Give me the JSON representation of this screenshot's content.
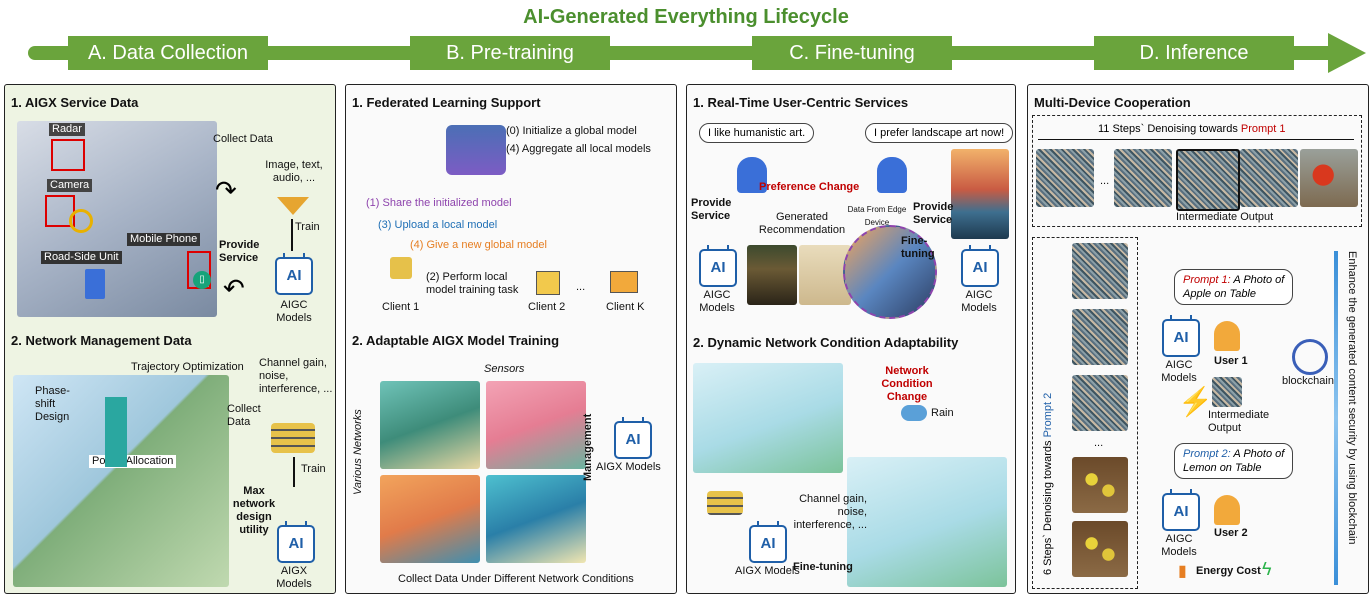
{
  "title": "AI-Generated Everything Lifecycle",
  "phases": [
    "A. Data Collection",
    "B. Pre-training",
    "C. Fine-tuning",
    "D. Inference"
  ],
  "colors": {
    "phase": "#6aa43c",
    "title": "#4b8f2e",
    "ai_blue": "#1f5fa8",
    "red": "#c00000",
    "orange": "#e67e22",
    "purple": "#8e44ad"
  },
  "a": {
    "s1": "1. AIGX Service Data",
    "radar": "Radar",
    "camera": "Camera",
    "mobile": "Mobile Phone",
    "rsu": "Road-Side Unit",
    "collect": "Collect Data",
    "modal": "Image, text, audio, ...",
    "train": "Train",
    "provide": "Provide Service",
    "aigc": "AIGC Models",
    "s2": "2. Network Management Data",
    "traj": "Trajectory Optimization",
    "phase_shift": "Phase-shift Design",
    "power": "Power Allocation",
    "collect2": "Collect Data",
    "channel": "Channel gain, noise, interference, ...",
    "train2": "Train",
    "max": "Max network design utility",
    "aigx": "AIGX Models"
  },
  "b": {
    "s1": "1. Federated Learning Support",
    "step0": "(0) Initialize a global model",
    "step4": "(4) Aggregate all local models",
    "step1": "(1) Share the initialized model",
    "step3": "(3) Upload a local model",
    "step4b": "(4) Give a new global model",
    "step2": "(2) Perform local model training task",
    "client1": "Client 1",
    "client2": "Client 2",
    "clientk": "Client K",
    "dots": "...",
    "s2": "2. Adaptable AIGX Model Training",
    "sensors": "Sensors",
    "networks": "Various Networks",
    "management": "Management",
    "aigx": "AIGX Models",
    "collect": "Collect Data Under Different Network Conditions"
  },
  "c": {
    "s1": "1. Real-Time User-Centric Services",
    "say1": "I like humanistic art.",
    "say2": "I prefer landscape art now!",
    "pref": "Preference Change",
    "provide": "Provide Service",
    "provide2": "Provide Service",
    "genrec": "Generated Recommendation",
    "edge": "Data From Edge Device",
    "ft": "Fine-tuning",
    "aigc": "AIGC Models",
    "aigc2": "AIGC Models",
    "s2": "2. Dynamic Network Condition Adaptability",
    "ncc": "Network Condition Change",
    "rain": "Rain",
    "channel": "Channel gain, noise, interference, ...",
    "ft2": "Fine-tuning",
    "aigx": "AIGX Models"
  },
  "d": {
    "s1": "Multi-Device Cooperation",
    "steps11": "11 Steps` Denoising towards ",
    "p1": "Prompt 1",
    "intermediate": "Intermediate Output",
    "dots": "...",
    "steps6": "6 Steps` Denoising towards ",
    "p2": "Prompt 2",
    "prompt1a": "Prompt 1:",
    "prompt1b": " A Photo of ",
    "prompt1c": "Apple",
    "prompt1d": " on Table",
    "prompt2a": "Prompt 2:",
    "prompt2b": " A Photo of ",
    "prompt2c": "Lemon on Table",
    "user1": "User 1",
    "user2": "User 2",
    "aigc": "AIGC Models",
    "aigc2": "AIGC Models",
    "inter2": "Intermediate Output",
    "blockchain": "blockchain",
    "enhance": "Enhance the generated content security by using blockchain",
    "energy": "Energy Cost"
  }
}
